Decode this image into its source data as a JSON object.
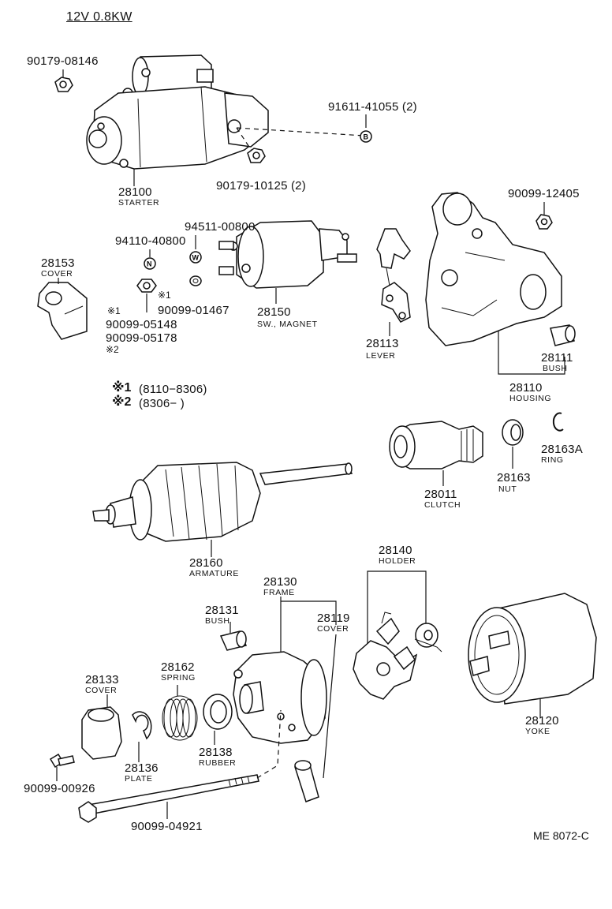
{
  "header": {
    "title": "12V 0.8KW"
  },
  "key": {
    "line1_mark": "※1",
    "line1_range": "(8110−8306)",
    "line2_mark": "※2",
    "line2_range": "(8306−      )"
  },
  "code": "ME 8072-C",
  "markers": {
    "B": "B",
    "N": "N",
    "W": "W"
  },
  "parts": {
    "p90179_08146": {
      "number": "90179-08146"
    },
    "p28100": {
      "number": "28100",
      "name": "STARTER"
    },
    "p91611_41055": {
      "number": "91611-41055 (2)"
    },
    "p90179_10125": {
      "number": "90179-10125 (2)"
    },
    "p90099_12405": {
      "number": "90099-12405"
    },
    "p94511_00800": {
      "number": "94511-00800"
    },
    "p94110_40800": {
      "number": "94110-40800"
    },
    "p28153": {
      "number": "28153",
      "name": "COVER"
    },
    "p90099_01467": {
      "mark": "※1",
      "number": "90099-01467"
    },
    "p28150": {
      "number": "28150",
      "name": "SW., MAGNET"
    },
    "p90099_05148": {
      "mark": "※1",
      "number": "90099-05148"
    },
    "p90099_05178": {
      "number": "90099-05178",
      "mark": "※2"
    },
    "p28113": {
      "number": "28113",
      "name": "LEVER"
    },
    "p28111": {
      "number": "28111",
      "name": "BUSH"
    },
    "p28110": {
      "number": "28110",
      "name": "HOUSING"
    },
    "p28011": {
      "number": "28011",
      "name": "CLUTCH"
    },
    "p28163": {
      "number": "28163",
      "name": "NUT"
    },
    "p28163A": {
      "number": "28163A",
      "name": "RING"
    },
    "p28160": {
      "number": "28160",
      "name": "ARMATURE"
    },
    "p28140": {
      "number": "28140",
      "name": "HOLDER"
    },
    "p28130": {
      "number": "28130",
      "name": "FRAME"
    },
    "p28131": {
      "number": "28131",
      "name": "BUSH"
    },
    "p28119": {
      "number": "28119",
      "name": "COVER"
    },
    "p28162": {
      "number": "28162",
      "name": "SPRING"
    },
    "p28133": {
      "number": "28133",
      "name": "COVER"
    },
    "p28138": {
      "number": "28138",
      "name": "RUBBER"
    },
    "p28136": {
      "number": "28136",
      "name": "PLATE"
    },
    "p28120": {
      "number": "28120",
      "name": "YOKE"
    },
    "p90099_00926": {
      "number": "90099-00926"
    },
    "p90099_04921": {
      "number": "90099-04921"
    }
  }
}
